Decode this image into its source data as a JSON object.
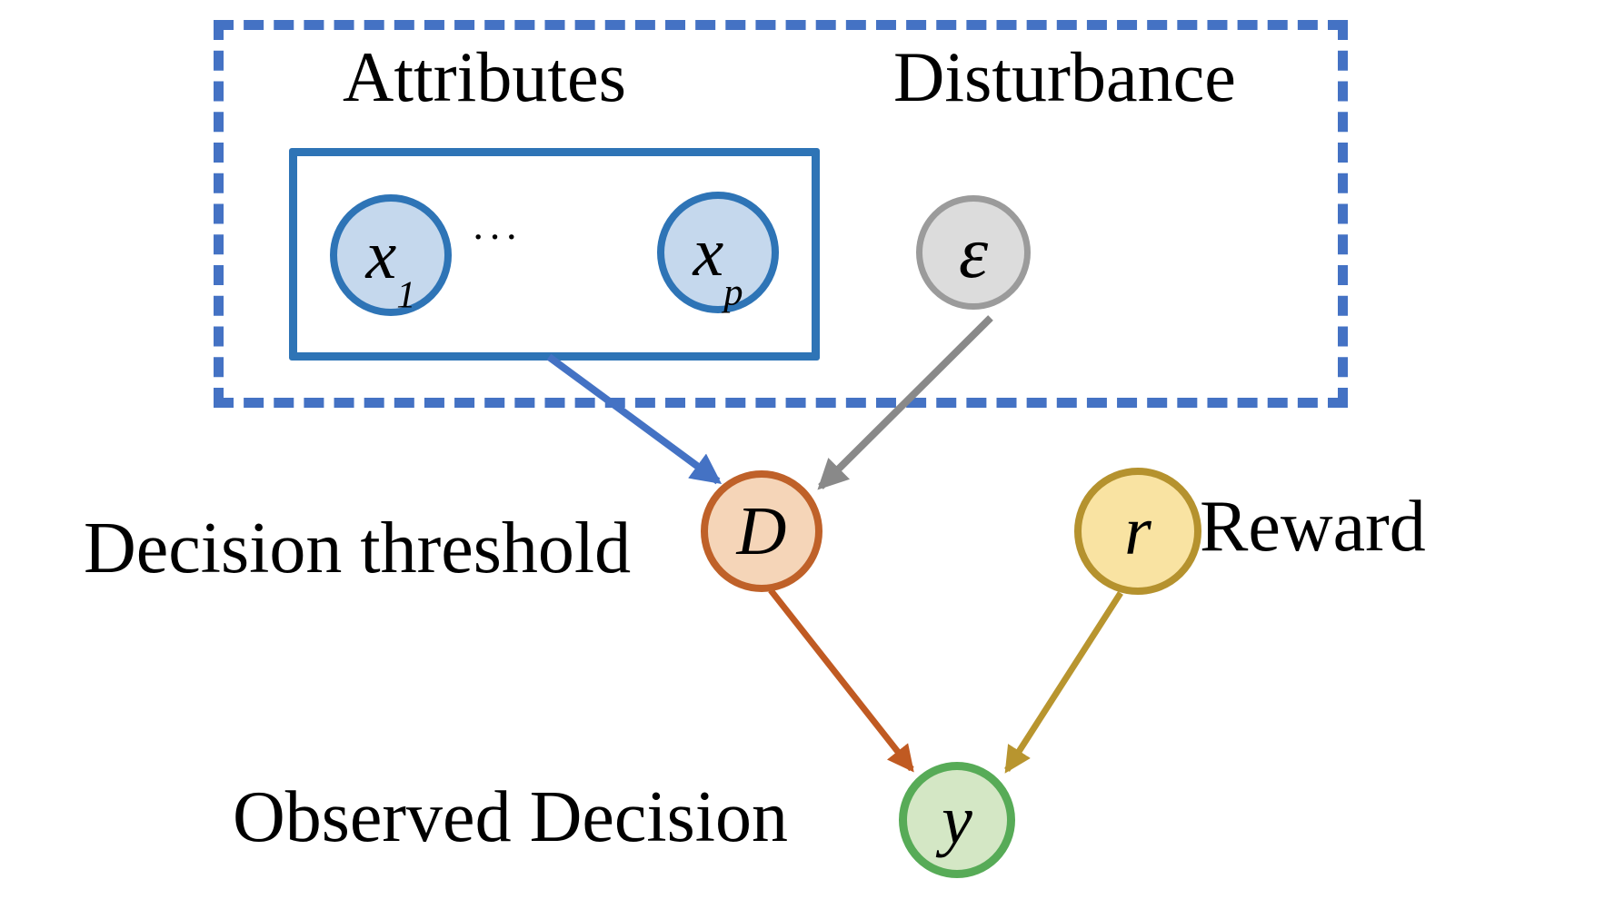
{
  "diagram": {
    "title_region_labels": {
      "attributes": "Attributes",
      "disturbance": "Disturbance"
    },
    "side_labels": {
      "decision_threshold": "Decision threshold",
      "reward": "Reward",
      "observed_decision": "Observed Decision"
    },
    "nodes": {
      "x1": {
        "base": "x",
        "sub": "1"
      },
      "xp": {
        "base": "x",
        "sub": "p"
      },
      "epsilon": {
        "symbol": "ε"
      },
      "decision": {
        "symbol": "D"
      },
      "reward": {
        "symbol": "r"
      },
      "outcome": {
        "symbol": "y"
      }
    },
    "ellipsis": "···",
    "edges": [
      {
        "from": "attributes-box",
        "to": "decision",
        "color": "#4472c4"
      },
      {
        "from": "epsilon",
        "to": "decision",
        "color": "#898989"
      },
      {
        "from": "decision",
        "to": "outcome",
        "color": "#c05a22"
      },
      {
        "from": "reward",
        "to": "outcome",
        "color": "#b8952f"
      }
    ],
    "colors": {
      "dashed_box_blue": "#4472c4",
      "solid_box_blue": "#2e74b6",
      "attribute_node_fill": "#c5d8ed",
      "attribute_node_border": "#2e74b6",
      "disturbance_node_fill": "#dcdcdc",
      "disturbance_node_border": "#9b9b9b",
      "decision_node_fill": "#f5d5b8",
      "decision_node_border": "#bf6129",
      "reward_node_fill": "#f9e3a2",
      "reward_node_border": "#b5922e",
      "outcome_node_fill": "#d4e7c5",
      "outcome_node_border": "#57ab57",
      "arrow_blue": "#4472c4",
      "arrow_gray": "#898989",
      "arrow_orange": "#c05a22",
      "arrow_gold": "#b8952f",
      "text": "#000000"
    }
  }
}
